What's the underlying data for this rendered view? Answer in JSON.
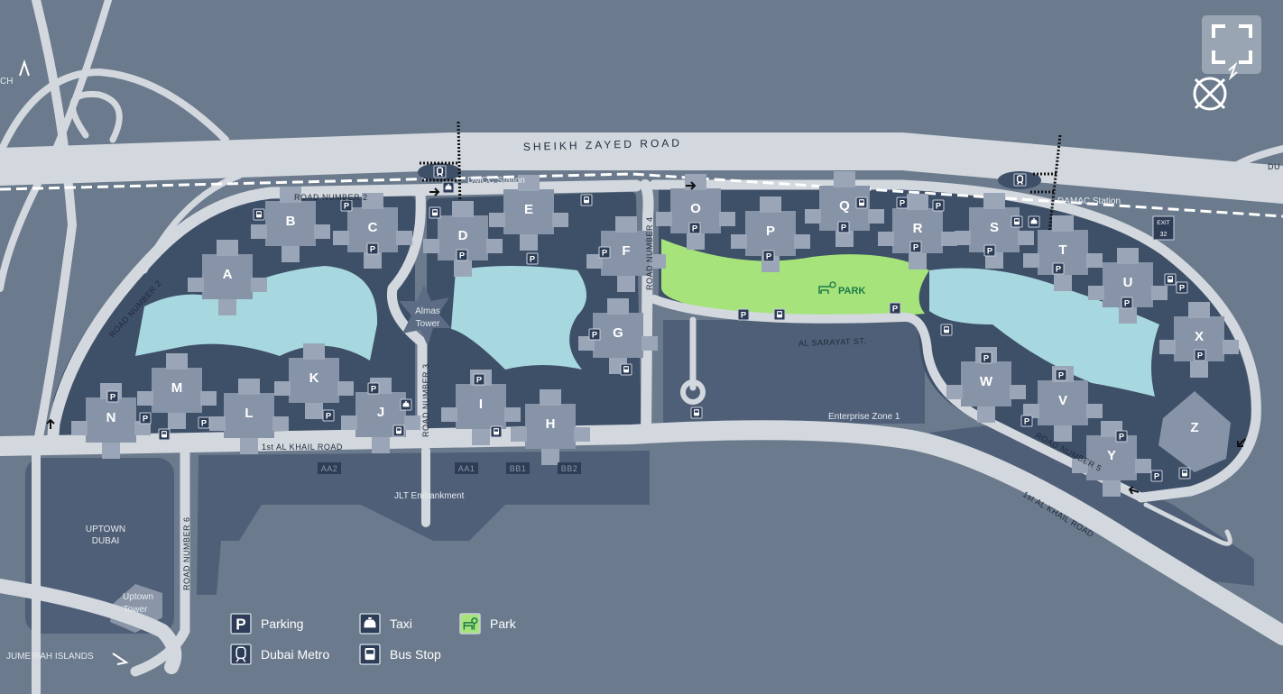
{
  "roads": {
    "sheikh_zayed": "SHEIKH   ZAYED   ROAD",
    "road2_top": "ROAD  NUMBER  2",
    "road2_side": "ROAD  NUMBER  2",
    "road3": "ROAD NUMBER 3",
    "road4": "ROAD NUMBER 4",
    "road5": "ROAD    NUMBER    5",
    "road6": "ROAD    NUMBER    6",
    "al_khail_1": "1st AL KHAIL   ROAD",
    "al_khail_2": "1st AL KHAIL ROAD",
    "al_sarayat": "AL SARAYAT ST.",
    "exit_word": "EXIT",
    "exit_num": "32"
  },
  "places": {
    "dmcc_station": "DMCC Station",
    "damac_station": "DAMAC Station",
    "almas_tower": "Almas",
    "almas_tower_sub": "Tower",
    "park": "PARK",
    "enterprise_zone": "Enterprise Zone  1",
    "jlt_embankment": "JLT Embankment",
    "uptown_dubai_1": "UPTOWN",
    "uptown_dubai_2": "DUBAI",
    "uptown_tower": "Uptown",
    "uptown_tower_sub": "Tower",
    "jumeirah_islands": "JUMEIRAH  ISLANDS",
    "edge_left": "CH",
    "edge_right": "DU",
    "aa2": "AA2",
    "aa1": "AA1",
    "bb1": "BB1",
    "bb2": "BB2"
  },
  "clusters": [
    "A",
    "B",
    "C",
    "D",
    "E",
    "F",
    "G",
    "H",
    "I",
    "J",
    "K",
    "L",
    "M",
    "N",
    "O",
    "P",
    "Q",
    "R",
    "S",
    "T",
    "U",
    "V",
    "W",
    "X",
    "Y",
    "Z"
  ],
  "legend": {
    "parking": "Parking",
    "taxi": "Taxi",
    "park": "Park",
    "metro": "Dubai Metro",
    "bus": "Bus Stop",
    "parking_glyph": "P"
  },
  "controls": {
    "fullscreen_icon": "fullscreen-icon",
    "compass_icon": "compass-north-icon"
  },
  "colors": {
    "background": "#6b7a8c",
    "road": "#d3d8de",
    "block": "#3e4f68",
    "building": "#8794a7",
    "lake": "#a8d8df",
    "park": "#a6e37a",
    "zone": "#4f5f77"
  }
}
